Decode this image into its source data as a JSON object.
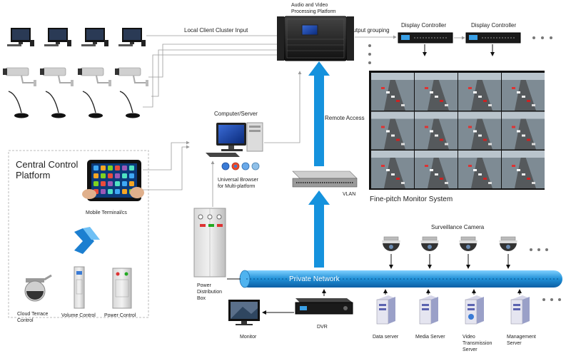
{
  "labels": {
    "local_client_input": "Local Client Cluster Input",
    "processing_line1": "Audio and Video",
    "processing_line2": "Processing Platform",
    "output_grouping": "output grouping",
    "display_controller_1": "Display Controller",
    "display_controller_2": "Display Controller",
    "computer_server": "Computer/Server",
    "universal_browser_line1": "Universal Browser",
    "universal_browser_line2": "for Multi-platform",
    "remote_access": "Remote Access",
    "vlan": "VLAN",
    "monitor_system": "Fine-pitch Monitor System",
    "central_line1": "Central Control",
    "central_line2": "Platform",
    "mobile_terminal": "Mobile Terminal/cs",
    "surveillance_camera": "Surveillance Camera",
    "power_dist_line1": "Power",
    "power_dist_line2": "Distribution",
    "power_dist_line3": "Box",
    "private_network": "Private Network",
    "cloud_terrace_line1": "Cloud Terrace",
    "cloud_terrace_line2": "Control",
    "volume_control": "Volume Control",
    "power_control": "Power Control",
    "monitor": "Monitor",
    "dvr": "DVR",
    "data_server": "Data server",
    "media_server": "Media Server",
    "video_tx_line1": "Video",
    "video_tx_line2": "Transmission",
    "video_tx_line3": "Server",
    "mgmt_line1": "Management",
    "mgmt_line2": "Server"
  },
  "colors": {
    "network_blue": "#1f8fd6",
    "arrow_blue": "#1592dd",
    "device_dark": "#1a1a1a",
    "line_gray": "#9a9a9a"
  },
  "icons": {
    "desktop": "desktop-monitor-icon",
    "camera": "bullet-camera-icon",
    "microphone": "microphone-icon",
    "dome": "dome-camera-icon",
    "server": "server-icon"
  }
}
